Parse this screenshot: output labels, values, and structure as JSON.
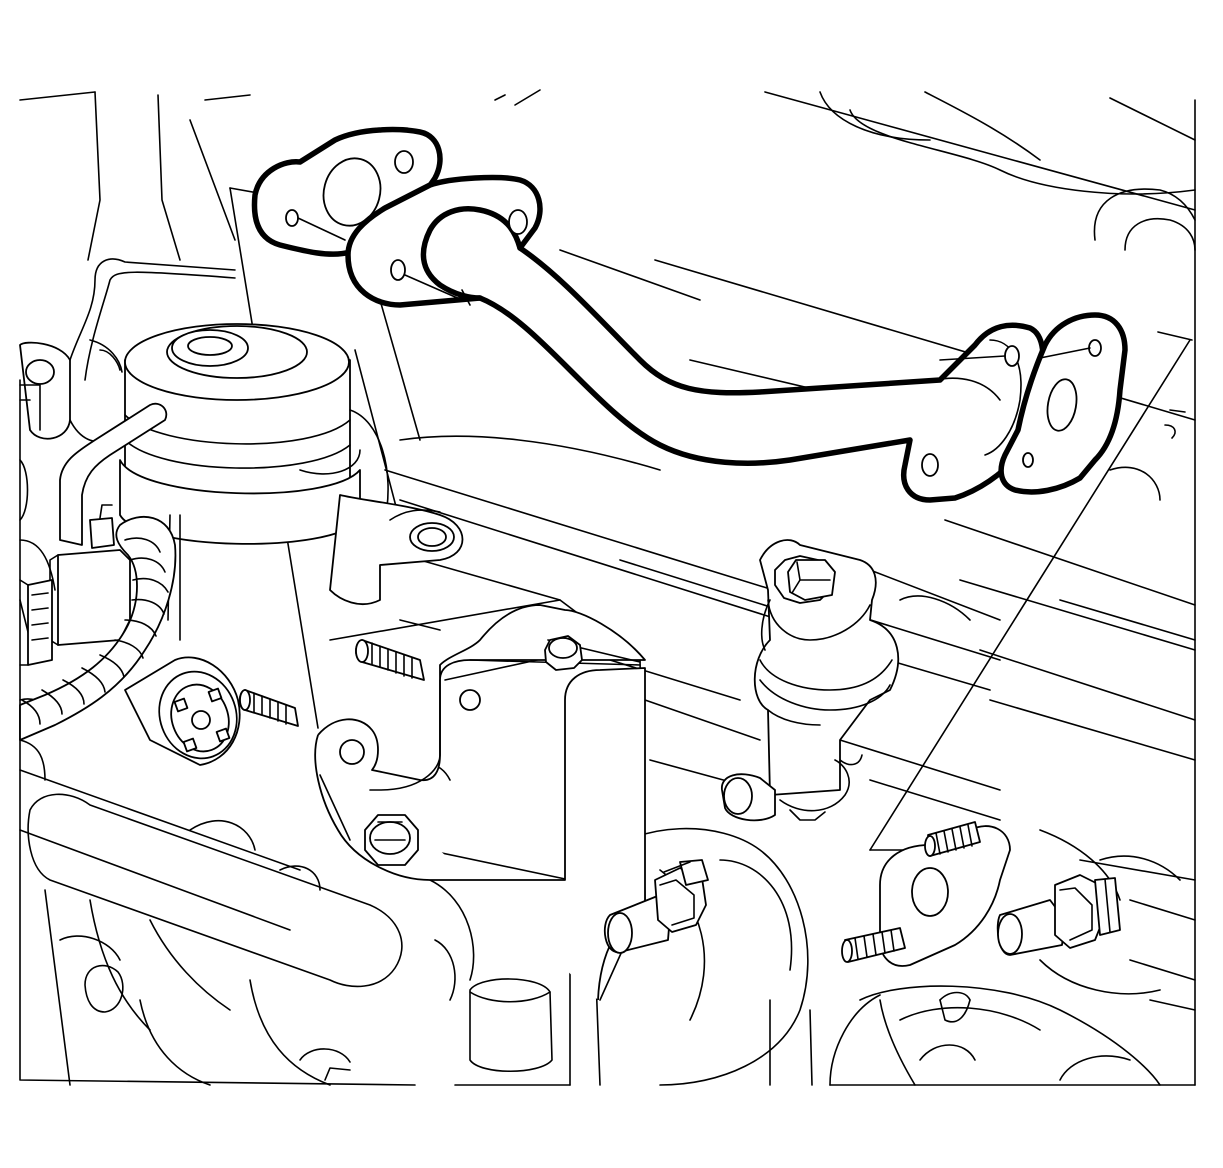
{
  "diagram": {
    "highlighted_parts": [
      "egr-pipe",
      "egr-gasket-upper",
      "egr-gasket-lower"
    ],
    "labels": []
  }
}
